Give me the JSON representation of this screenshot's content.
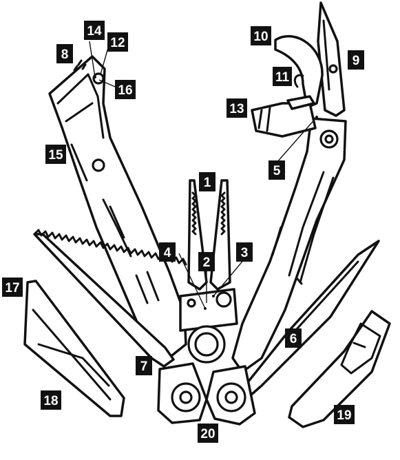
{
  "callouts": [
    {
      "label": "1"
    },
    {
      "label": "2"
    },
    {
      "label": "3"
    },
    {
      "label": "4"
    },
    {
      "label": "5"
    },
    {
      "label": "6"
    },
    {
      "label": "7"
    },
    {
      "label": "8"
    },
    {
      "label": "9"
    },
    {
      "label": "10"
    },
    {
      "label": "11"
    },
    {
      "label": "12"
    },
    {
      "label": "13"
    },
    {
      "label": "14"
    },
    {
      "label": "15"
    },
    {
      "label": "16"
    },
    {
      "label": "17"
    },
    {
      "label": "18"
    },
    {
      "label": "19"
    },
    {
      "label": "20"
    }
  ],
  "colors": {
    "ink": "#111111",
    "background": "#ffffff",
    "label_text": "#ffffff"
  }
}
